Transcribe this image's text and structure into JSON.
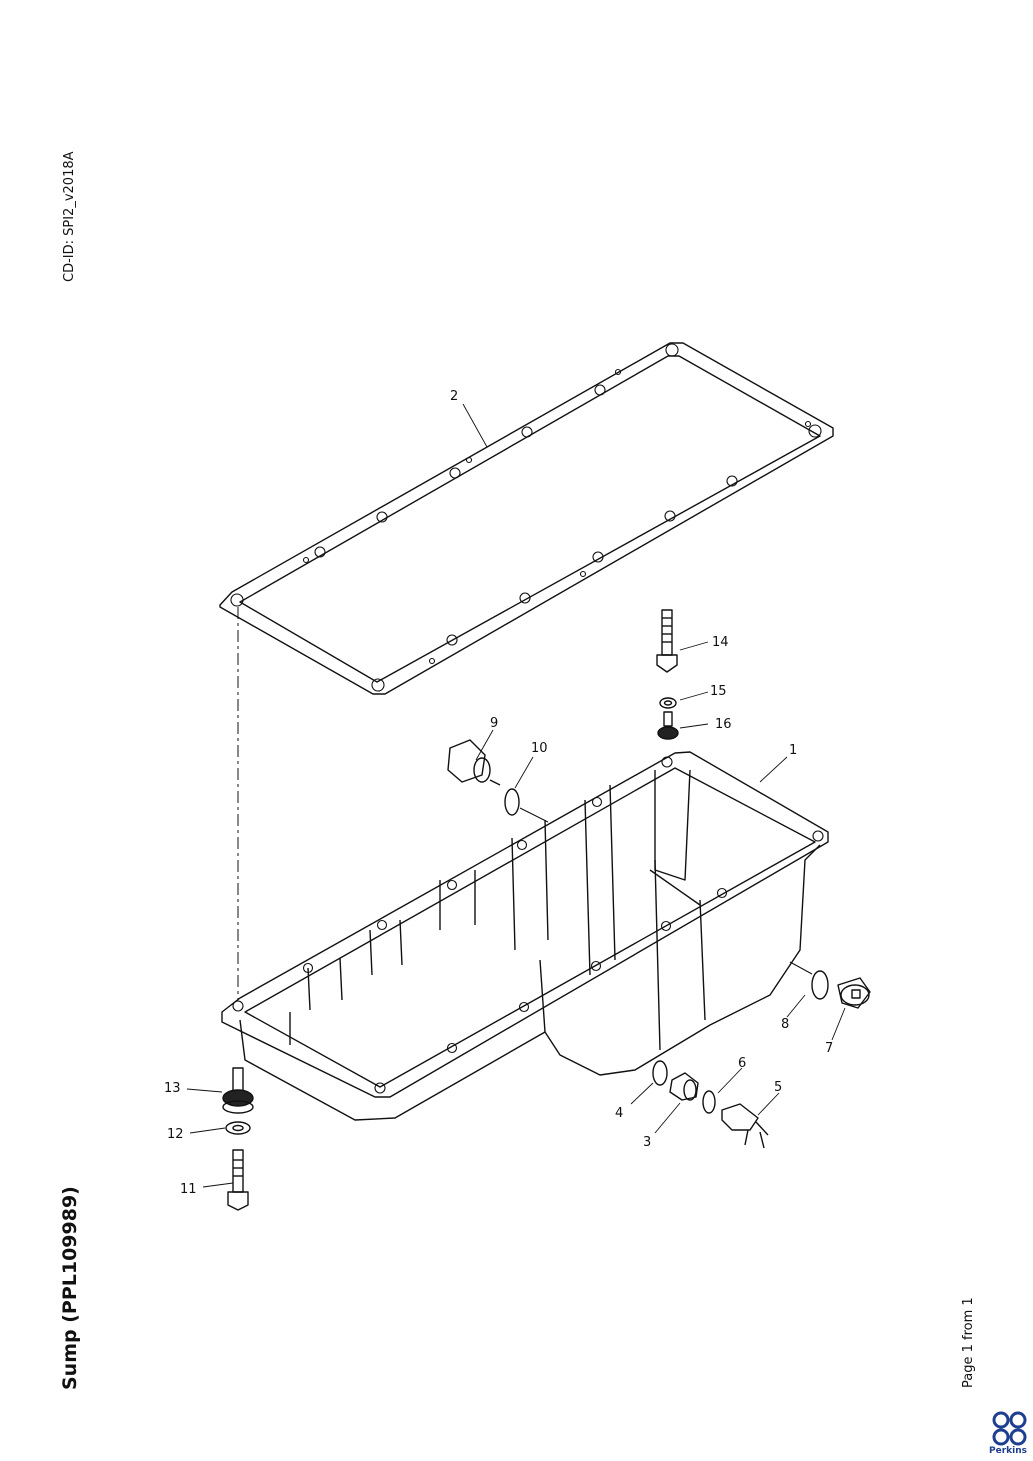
{
  "header": {
    "cd_id": "CD-ID: SPI2_v2018A"
  },
  "document": {
    "title": "Sump (PPL109989)",
    "page_info": "Page 1 from 1"
  },
  "brand": {
    "name": "Perkins",
    "color": "#1e3f8f"
  },
  "callouts": [
    "1",
    "2",
    "3",
    "4",
    "5",
    "6",
    "7",
    "8",
    "9",
    "10",
    "11",
    "12",
    "13",
    "14",
    "15",
    "16"
  ]
}
